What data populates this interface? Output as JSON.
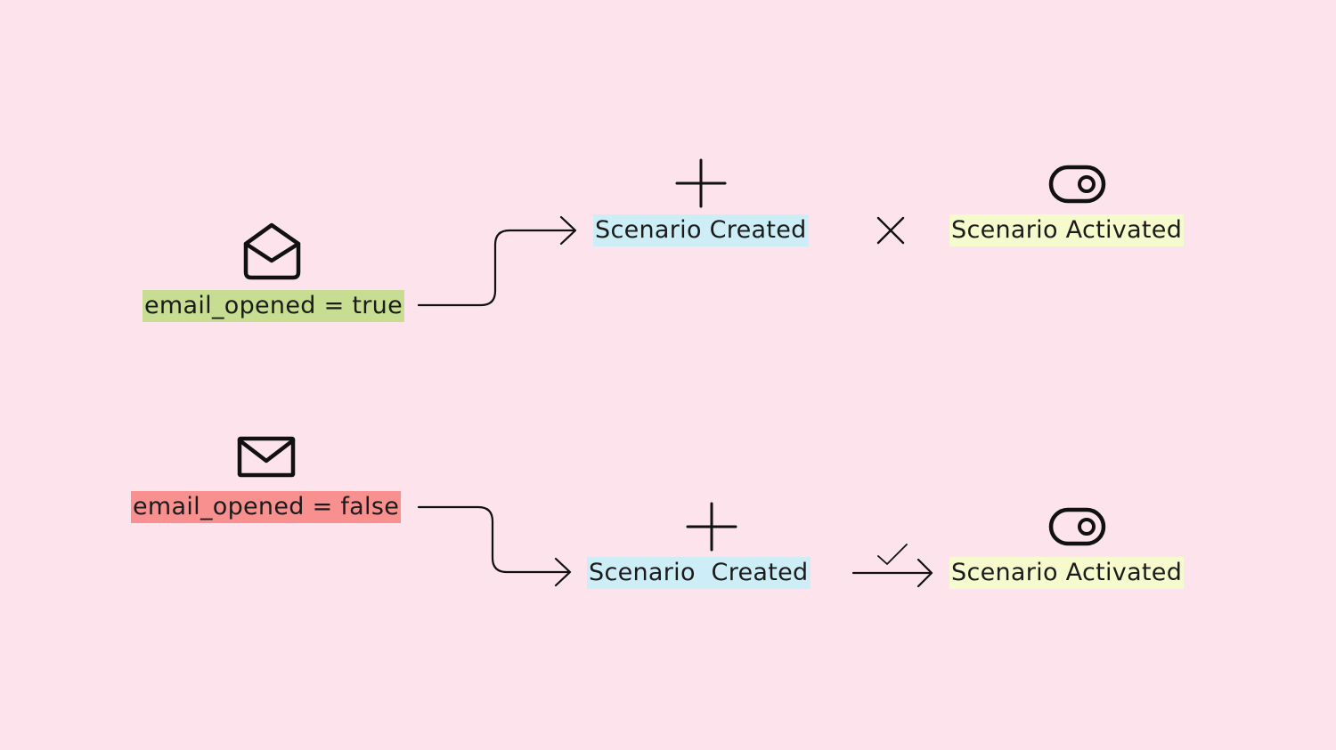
{
  "rows": [
    {
      "condition": "email_opened = true",
      "created_label": "Scenario Created",
      "activated_label": "Scenario Activated"
    },
    {
      "condition": "email_opened = false",
      "created_label": "Scenario  Created",
      "activated_label": "Scenario Activated"
    }
  ],
  "colors": {
    "background": "#fde4ec",
    "condition_true": "#c6dd92",
    "condition_false": "#f99090",
    "created": "#cdeef7",
    "activated": "#f5fbcd"
  },
  "icons": {
    "row1_condition": "envelope-open-icon",
    "row1_created": "plus-icon",
    "row1_link": "cross-icon",
    "row1_activated": "toggle-icon",
    "row2_condition": "envelope-closed-icon",
    "row2_created": "plus-icon",
    "row2_link": "checkmark-arrow-icon",
    "row2_activated": "toggle-icon"
  }
}
